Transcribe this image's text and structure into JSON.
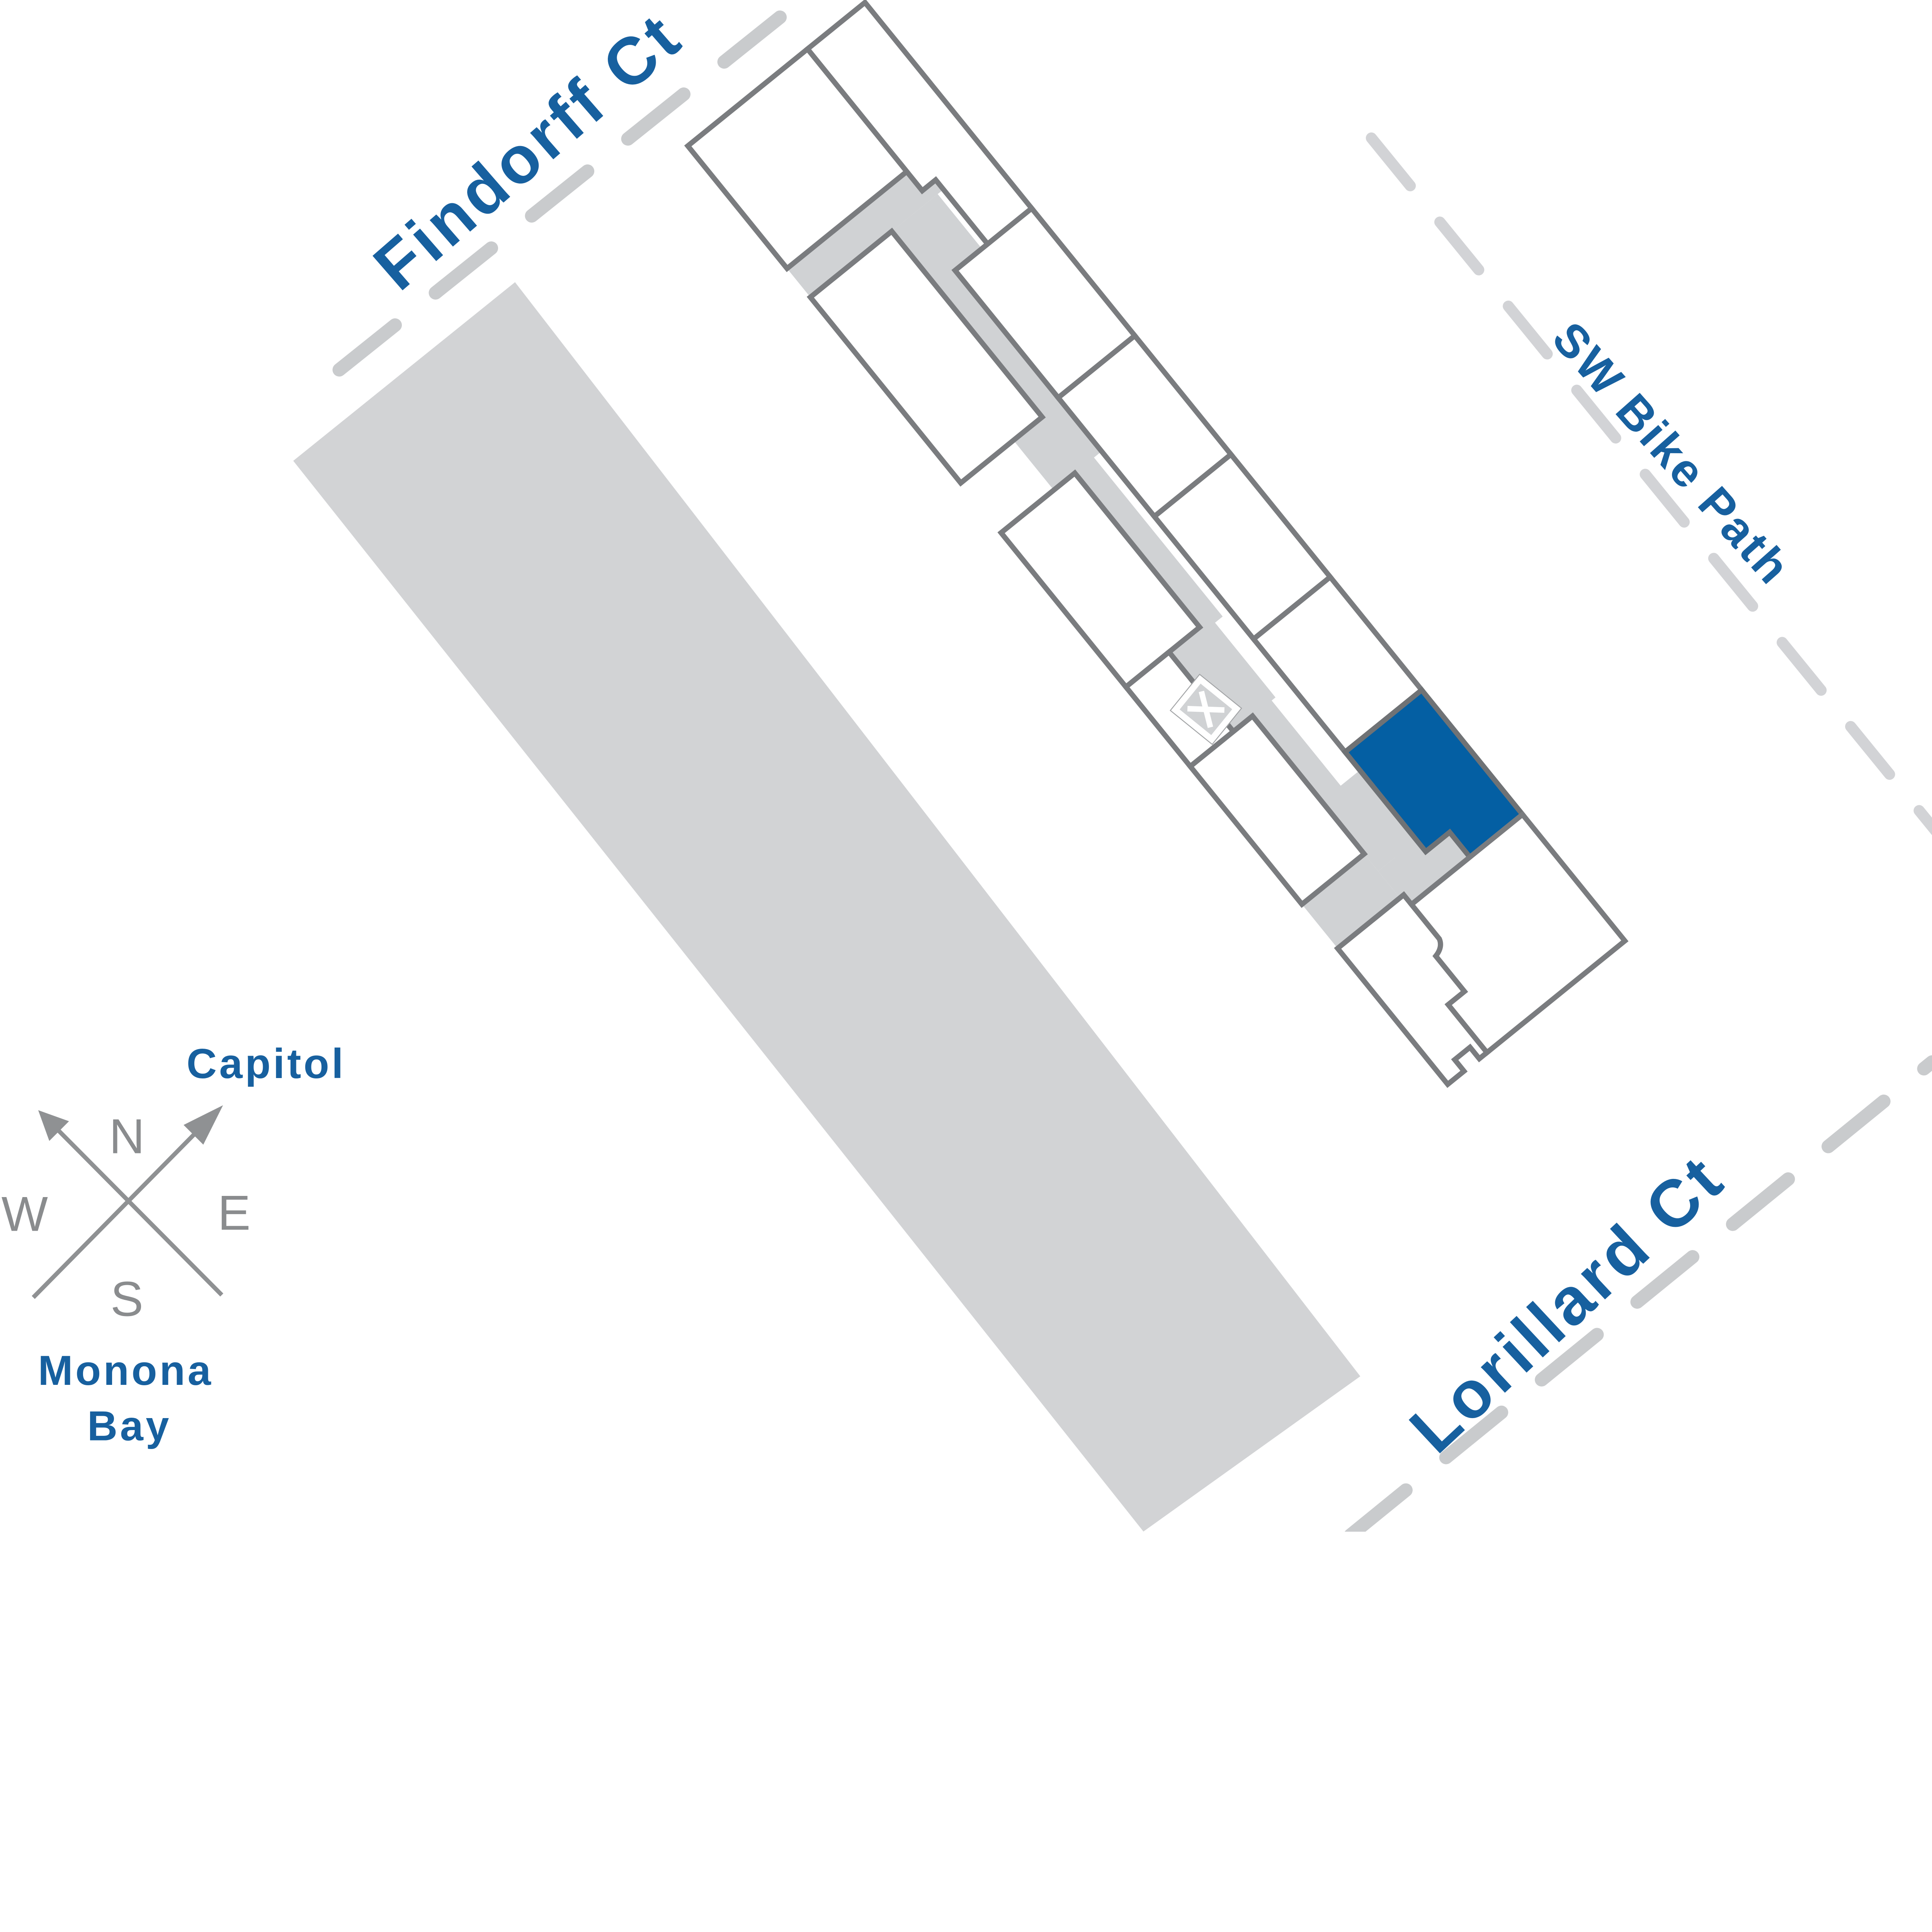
{
  "site_plan": {
    "streets": {
      "findorff": {
        "label": "Findorff Ct"
      },
      "sw_bike_path": {
        "label": "SW Bike Path"
      },
      "lorillard": {
        "label": "Lorillard Ct"
      }
    },
    "landmarks": {
      "capitol": {
        "label": "Capitol"
      },
      "monona_bay": {
        "line1": "Monona",
        "line2": "Bay"
      }
    },
    "compass": {
      "north": "N",
      "south": "S",
      "east": "E",
      "west": "W"
    }
  },
  "colors": {
    "brand_blue": "#17609F",
    "unit_highlight": "#045FA3",
    "corridor_gray": "#D0D2D4",
    "band_gray": "#D2D3D5",
    "outline_gray": "#7A7C7F",
    "dash_gray": "#C9CBCD",
    "bike_dash_gray": "#D2D3D6",
    "compass_gray": "#8A8C8E"
  }
}
